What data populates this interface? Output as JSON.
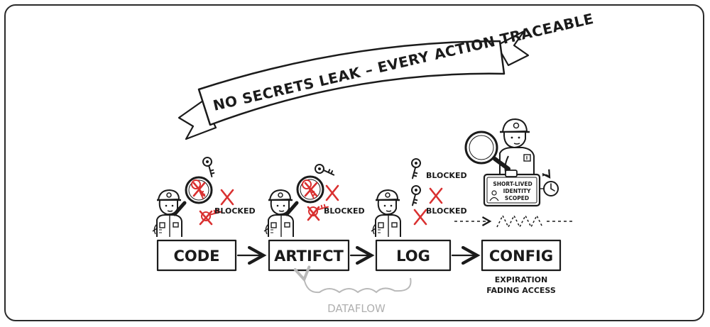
{
  "banner": {
    "text": "NO SECRETS LEAK – EVERY ACTION TRACEABLE"
  },
  "stages": [
    {
      "label": "CODE"
    },
    {
      "label": "ARTIFCT"
    },
    {
      "label": "LOG"
    },
    {
      "label": "CONFIG"
    }
  ],
  "blocked_labels": {
    "code": "BLOCKED",
    "artifact": "BLOCKED",
    "log_top": "BLOCKED",
    "log_bottom": "BLOCKED"
  },
  "identity_badge": {
    "line1": "SHORT-LIVED",
    "line2": "IDENTITY",
    "line3": "SCOPED"
  },
  "config_caption": {
    "line1": "EXPIRATION",
    "line2": "FADING ACCESS"
  },
  "dataflow_label": "DATAFLOW",
  "colors": {
    "ink": "#1b1b1b",
    "blocked_red": "#d93030",
    "dataflow_gray": "#b9b9b9"
  },
  "icons": [
    "key-icon",
    "magnifier-icon",
    "clock-icon",
    "x-mark-icon",
    "inspector-figure-icon",
    "person-icon"
  ]
}
